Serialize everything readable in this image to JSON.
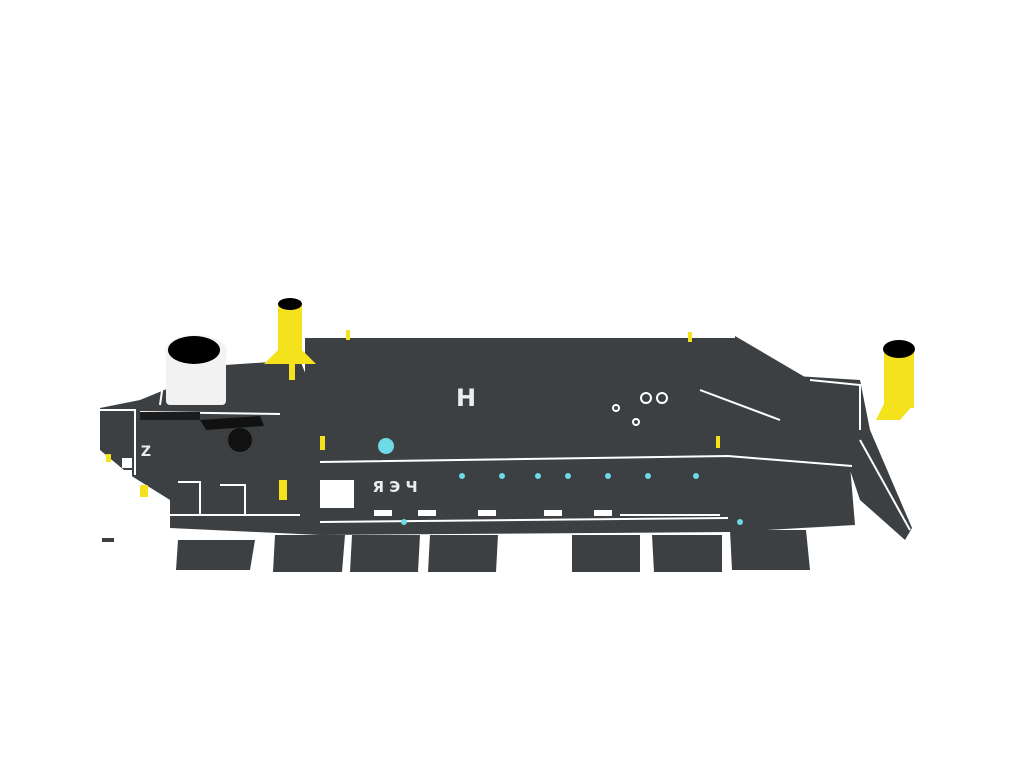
{
  "viewer": {
    "background_color": "#ffffff",
    "model": {
      "hull_color": "#3d4043",
      "hull_edge_color": "#ffffff",
      "funnel_color": "#f4e21c",
      "tank_color": "#f2f2f2",
      "light_color": "#6fd9e6",
      "window_color": "#ffffff"
    },
    "markings": {
      "deck_letter": "H",
      "side_marking": "Я Э Ч",
      "bow_marking": "Z"
    }
  }
}
